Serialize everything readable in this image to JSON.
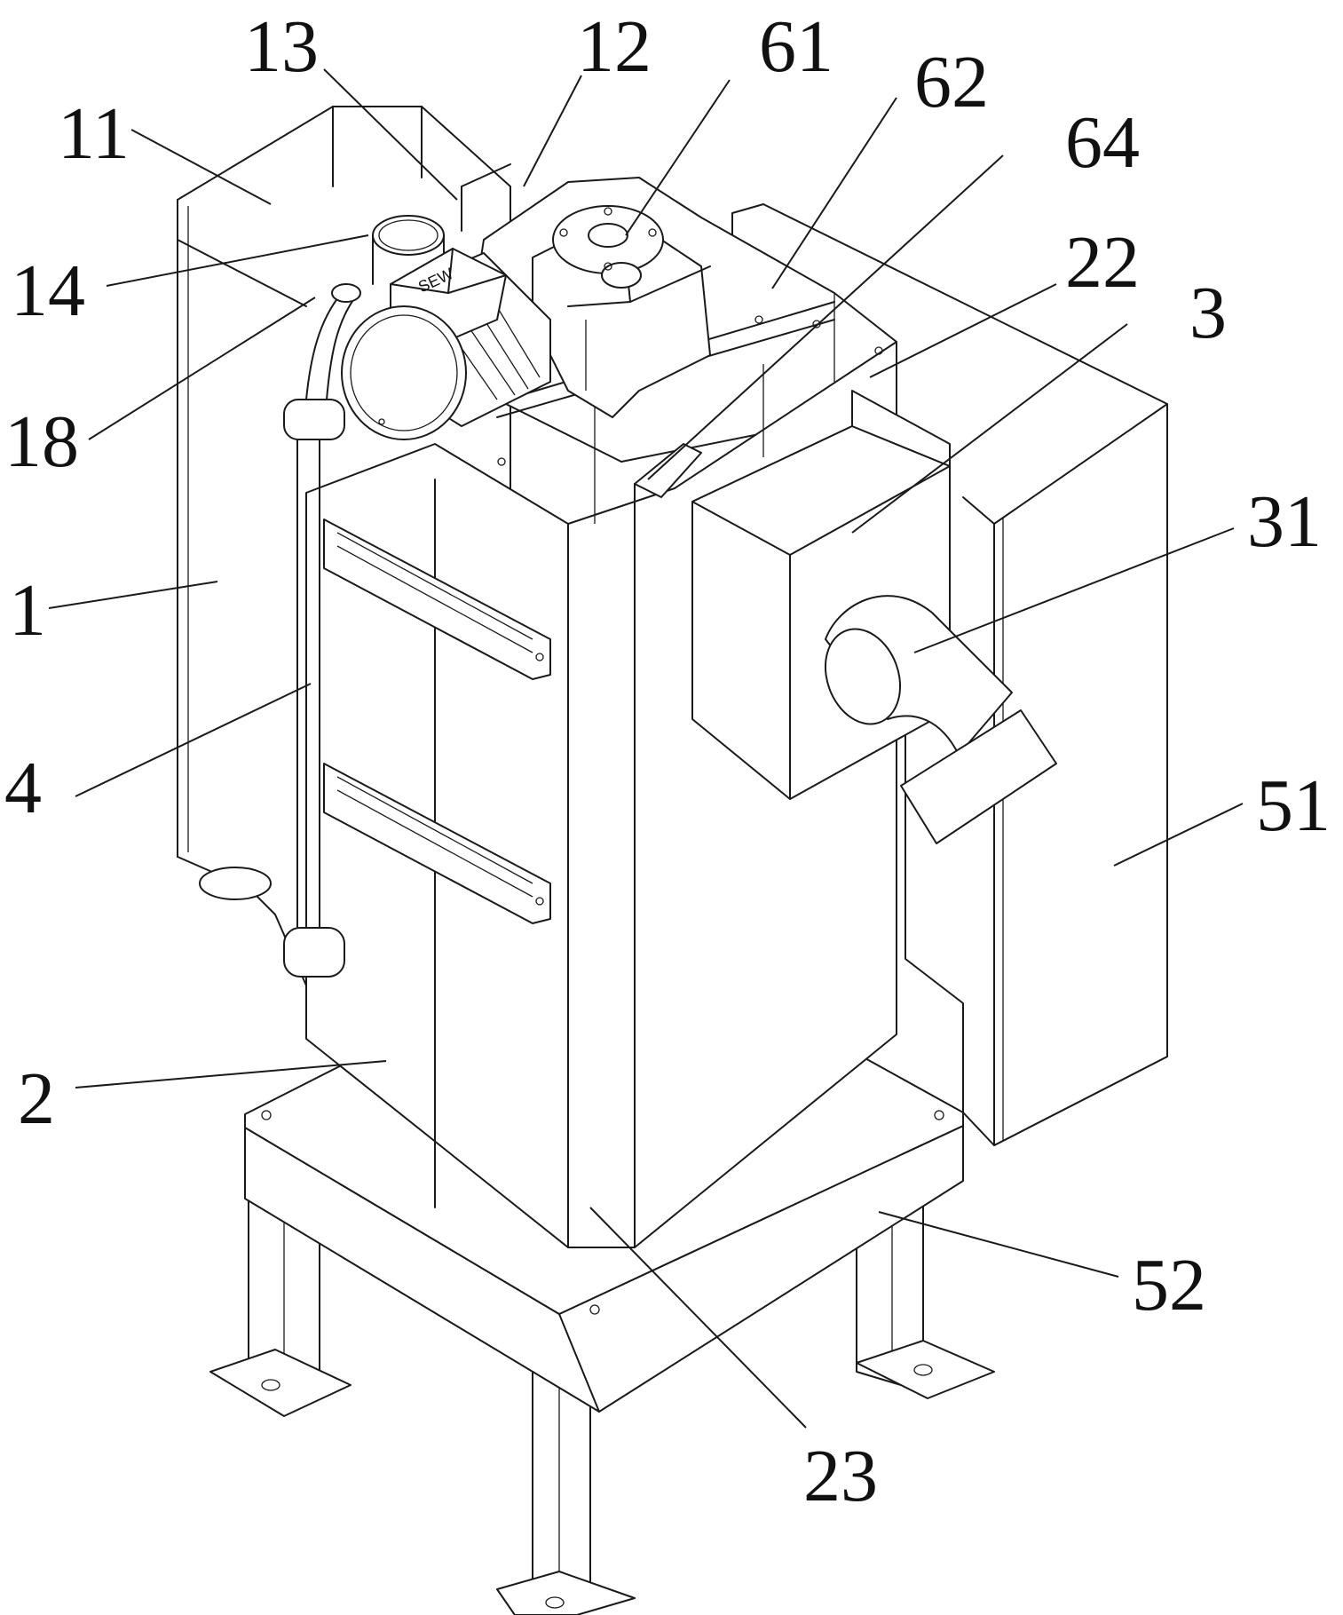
{
  "callouts": [
    {
      "id": "c11",
      "text": "11"
    },
    {
      "id": "c13",
      "text": "13"
    },
    {
      "id": "c12",
      "text": "12"
    },
    {
      "id": "c61",
      "text": "61"
    },
    {
      "id": "c62",
      "text": "62"
    },
    {
      "id": "c64",
      "text": "64"
    },
    {
      "id": "c22",
      "text": "22"
    },
    {
      "id": "c3",
      "text": "3"
    },
    {
      "id": "c31",
      "text": "31"
    },
    {
      "id": "c14",
      "text": "14"
    },
    {
      "id": "c18",
      "text": "18"
    },
    {
      "id": "c1",
      "text": "1"
    },
    {
      "id": "c4",
      "text": "4"
    },
    {
      "id": "c51",
      "text": "51"
    },
    {
      "id": "c2",
      "text": "2"
    },
    {
      "id": "c52",
      "text": "52"
    },
    {
      "id": "c23",
      "text": "23"
    }
  ],
  "motor_brand": "SEW"
}
